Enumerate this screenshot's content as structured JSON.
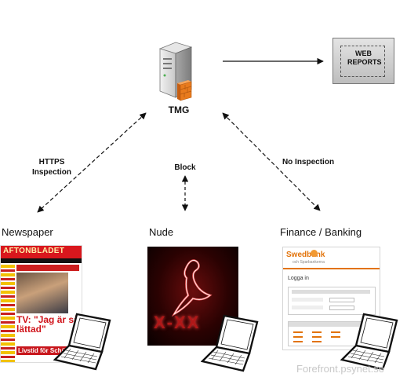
{
  "diagram": {
    "server_label": "TMG",
    "web_reports_label": "WEB REPORTS",
    "edge_labels": {
      "https_inspection": "HTTPS Inspection",
      "block": "Block",
      "no_inspection": "No Inspection"
    },
    "categories": {
      "newspaper": "Newspaper",
      "nude": "Nude",
      "finance": "Finance / Banking"
    }
  },
  "thumbnails": {
    "newspaper": {
      "masthead": "AFTONBLADET",
      "headline": "TV: \"Jag är så lättad\"",
      "subline": "Livstid för Schürrer"
    },
    "nude": {
      "overlay_text": "X-XX"
    },
    "finance": {
      "logo": "Swedbank",
      "logo_sub": "och Sparbankerna",
      "page_title": "Logga in"
    }
  },
  "watermark": "Forefront.psynet.se",
  "colors": {
    "server_body": "#d8d8d8",
    "firewall_orange": "#e87b1e",
    "arrow": "#111111",
    "watermark": "#c8c8c8"
  },
  "icons": [
    "server-icon",
    "firewall-icon",
    "laptop-icon"
  ]
}
